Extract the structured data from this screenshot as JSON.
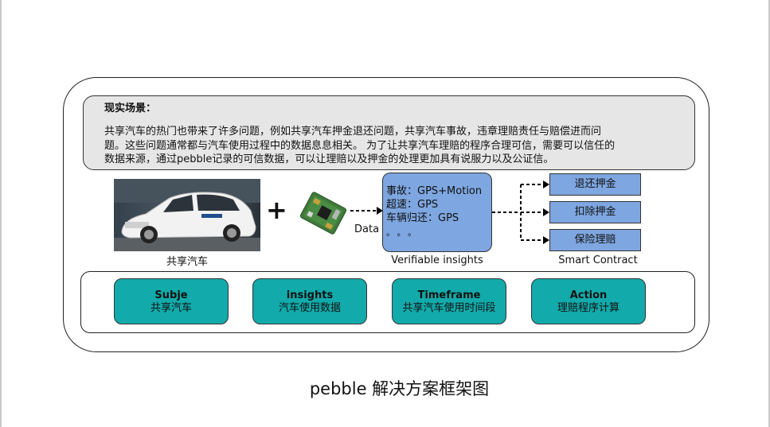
{
  "scenario": {
    "title": "现实场景：",
    "lines": [
      "共享汽车的热门也带来了许多问题，例如共享汽车押金退还问题，共享汽车事故，违章理赔责任与赔偿进而问",
      "题。这些问题通常都与汽车使用过程中的数据息息相关。 为了让共享汽车理赔的程序合理可信，需要可以信任的",
      "数据来源，通过pebble记录的可信数据，可以让理赔以及押金的处理更加具有说服力以及公证信。"
    ]
  },
  "car": {
    "caption": "共享汽车"
  },
  "plus": "+",
  "data_label": "Data",
  "insights": {
    "lines": [
      "事故：GPS+Motion",
      "超速：GPS",
      "车辆归还：GPS"
    ],
    "ellipsis": "。。。",
    "caption": "Verifiable insights"
  },
  "contract": {
    "items": [
      "退还押金",
      "扣除押金",
      "保险理赔"
    ],
    "caption": "Smart Contract"
  },
  "dimensions": [
    {
      "title": "Subje",
      "subtitle": "共享汽车"
    },
    {
      "title": "insights",
      "subtitle": "汽车使用数据"
    },
    {
      "title": "Timeframe",
      "subtitle": "共享汽车使用时间段"
    },
    {
      "title": "Action",
      "subtitle": "理赔程序计算"
    }
  ],
  "page_caption": "pebble 解决方案框架图",
  "colors": {
    "blue_box": "#7ea6e0",
    "teal_card": "#12aaaa",
    "scenario_bg": "#e6e6e6"
  }
}
